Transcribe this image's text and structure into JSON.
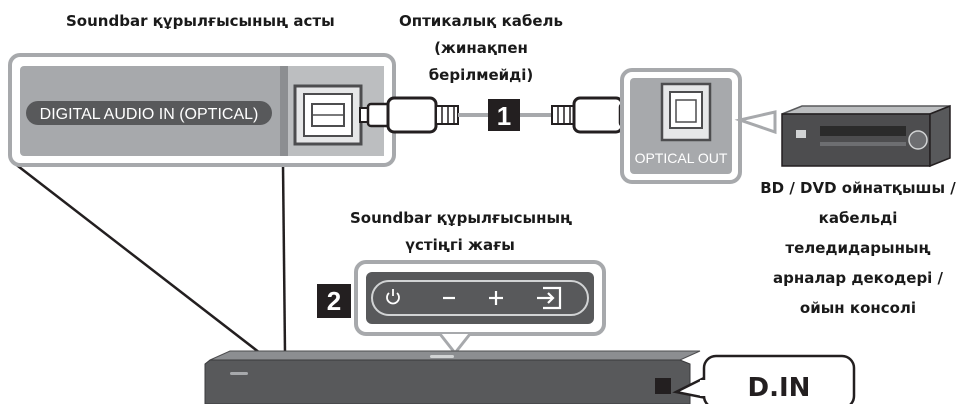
{
  "labels": {
    "soundbar_bottom": "Soundbar құрылғысының асты",
    "optical_cable": "Оптикалық кабель",
    "optical_cable_note_1": "(жинақпен",
    "optical_cable_note_2": "берілмейді)",
    "soundbar_top_1": "Soundbar құрылғысының",
    "soundbar_top_2": "үстіңгі жағы",
    "device_1": "BD / DVD ойнатқышы /",
    "device_2": "кабельді",
    "device_3": "теледидарының",
    "device_4": "арналар декодері /",
    "device_5": "ойын консолі"
  },
  "panels": {
    "digital_audio_in": "DIGITAL AUDIO IN (OPTICAL)",
    "optical_out": "OPTICAL OUT",
    "display_text": "D.IN"
  },
  "steps": {
    "step1": "1",
    "step2": "2"
  },
  "controls": [
    {
      "name": "power",
      "icon": "power-icon"
    },
    {
      "name": "volume-down",
      "icon": "minus-icon"
    },
    {
      "name": "volume-up",
      "icon": "plus-icon"
    },
    {
      "name": "source",
      "icon": "source-input-icon"
    }
  ],
  "colors": {
    "panel_gray": "#a7a9ac",
    "dark_gray": "#4d4d4f",
    "soundbar": "#58595b",
    "badge": "#231f20"
  }
}
